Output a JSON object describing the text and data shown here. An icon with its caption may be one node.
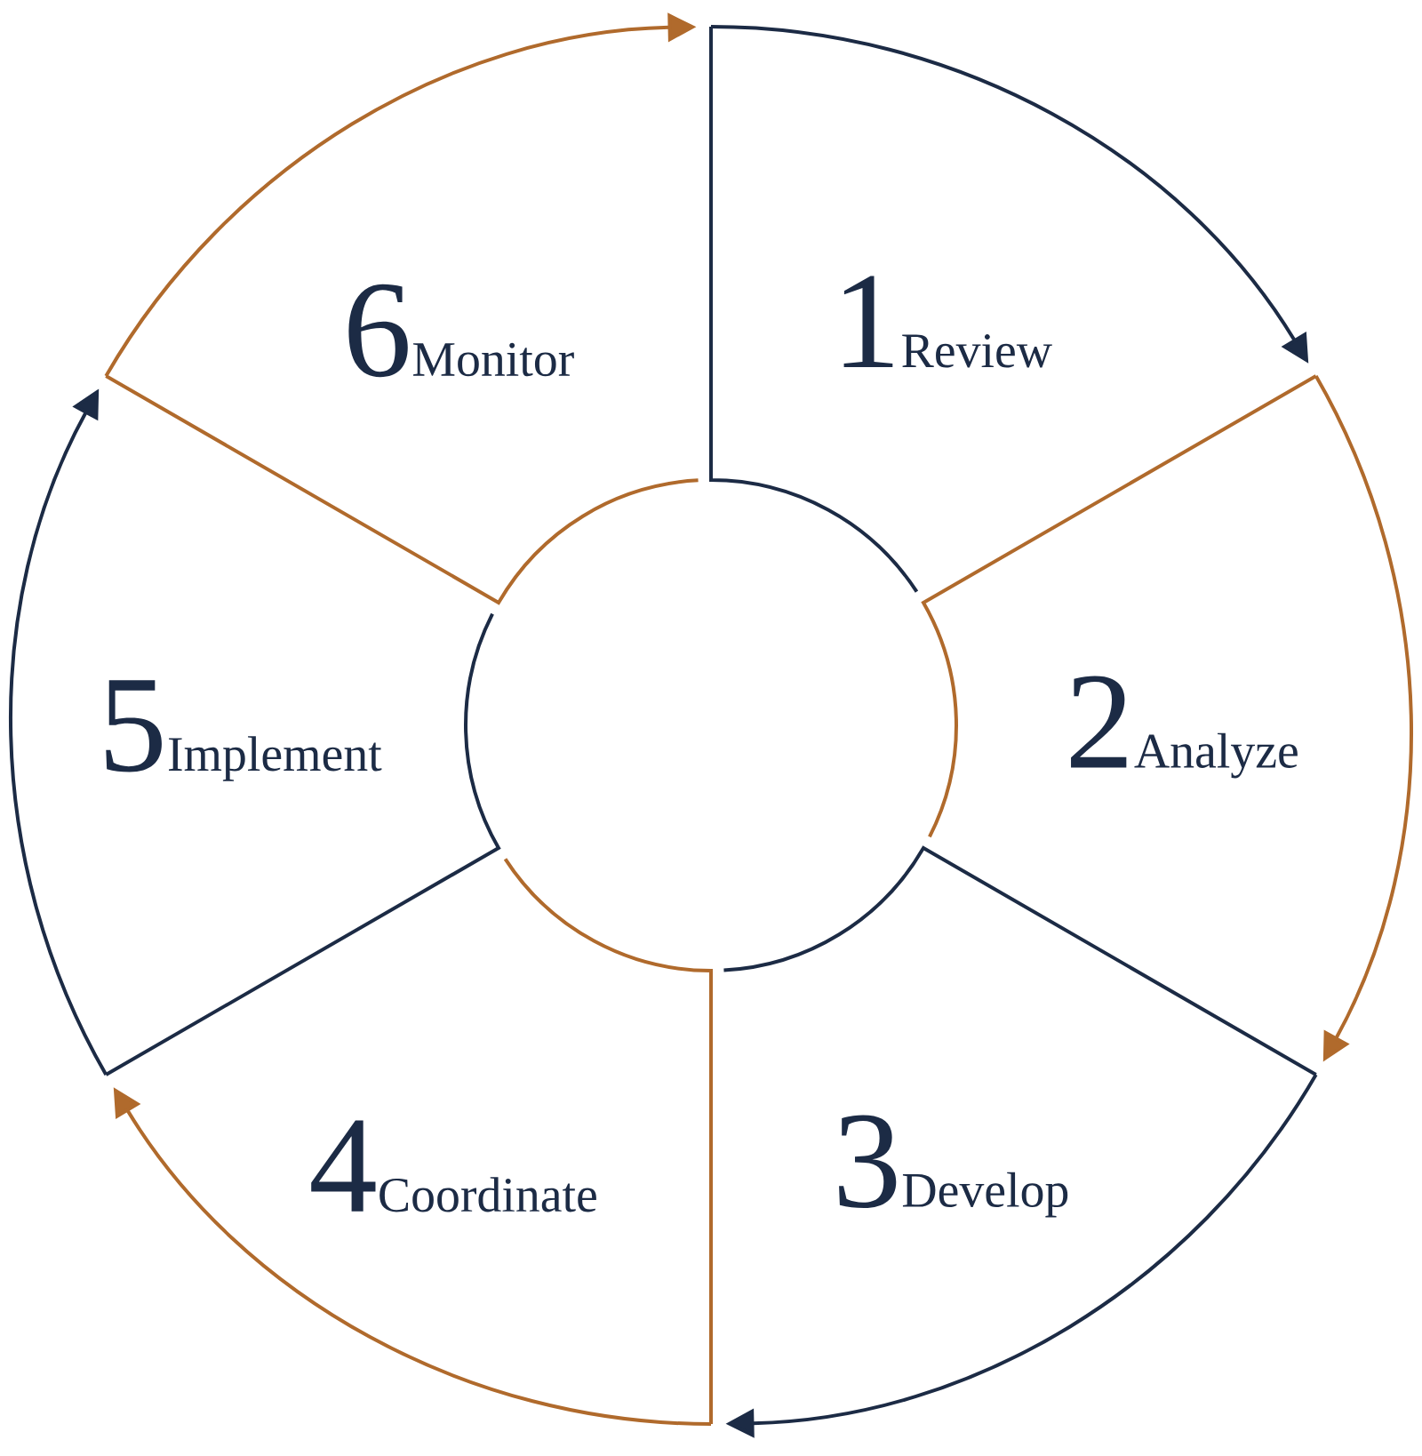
{
  "diagram": {
    "nodes": [
      {
        "text": [
          "1",
          "Review"
        ]
      },
      {
        "text": [
          "2",
          "Analyze"
        ]
      },
      {
        "text": [
          "3",
          "Develop"
        ]
      },
      {
        "text": [
          "4",
          "Coordinate"
        ]
      },
      {
        "text": [
          "5",
          "Implement"
        ]
      },
      {
        "text": [
          "6",
          "Monitor"
        ]
      }
    ],
    "edges": [
      {
        "from": 0,
        "to": 1,
        "arrow": "to",
        "color": "#1c2b45"
      },
      {
        "from": 1,
        "to": 2,
        "arrow": "to",
        "color": "#b06a2c"
      },
      {
        "from": 2,
        "to": 3,
        "arrow": "to",
        "color": "#1c2b45"
      },
      {
        "from": 3,
        "to": 4,
        "arrow": "to",
        "color": "#b06a2c"
      },
      {
        "from": 4,
        "to": 5,
        "arrow": "to",
        "color": "#1c2b45"
      },
      {
        "from": 5,
        "to": 0,
        "arrow": "to",
        "color": "#b06a2c"
      }
    ]
  }
}
